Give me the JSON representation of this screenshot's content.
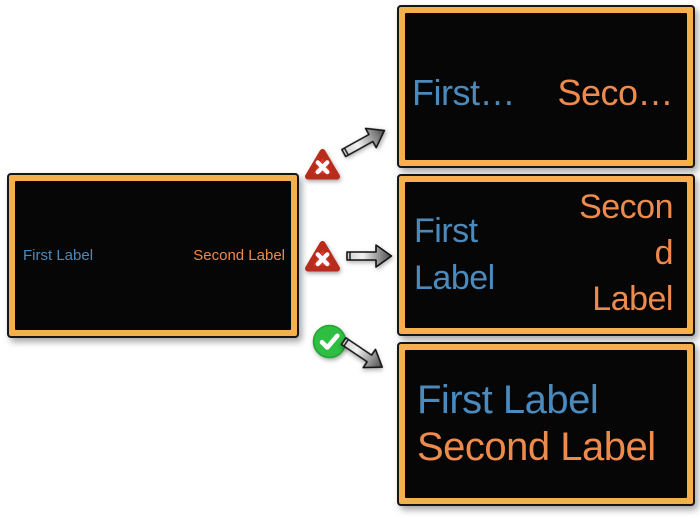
{
  "palette": {
    "background": "#FFFFFF",
    "screen_bg": "#060606",
    "bezel_orange": "#F4B04C",
    "bezel_edge": "#161616",
    "first_label_blue": "#4A8ABD",
    "second_label_orange": "#EF8A4D",
    "error_red": "#D2392A",
    "error_red_edge": "#B92C1C",
    "success_green": "#2EBE41",
    "success_green_edge": "#23A534"
  },
  "source_screen": {
    "first_label": "First Label",
    "second_label": "Second Label"
  },
  "results": {
    "truncated": {
      "verdict": "rejected",
      "first_label": "First…",
      "second_label": "Seco…"
    },
    "wrapped": {
      "verdict": "rejected",
      "first_label_lines": [
        "First",
        "Label"
      ],
      "second_label_lines": [
        "Secon",
        "d",
        "Label"
      ]
    },
    "stacked": {
      "verdict": "accepted",
      "first_label": "First Label",
      "second_label": "Second Label"
    }
  },
  "icons": {
    "error_badge": "x-triangle",
    "success_badge": "checkmark-circle",
    "connector": "arrow-right"
  }
}
